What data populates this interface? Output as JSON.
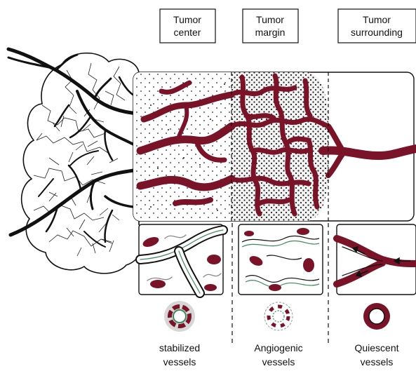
{
  "columns": [
    {
      "id": "center",
      "header": [
        "Tumor",
        "center"
      ],
      "caption": [
        "stabilized",
        "vessels"
      ]
    },
    {
      "id": "margin",
      "header": [
        "Tumor",
        "margin"
      ],
      "caption": [
        "Angiogenic",
        "vessels"
      ]
    },
    {
      "id": "surrounding",
      "header": [
        "Tumor",
        "surrounding"
      ],
      "caption": [
        "Quiescent",
        "vessels"
      ]
    }
  ],
  "colors": {
    "vessel": "#7a1228",
    "pericyte": "#3f8a5a",
    "stroke": "#111111",
    "stipple": "#222222"
  }
}
